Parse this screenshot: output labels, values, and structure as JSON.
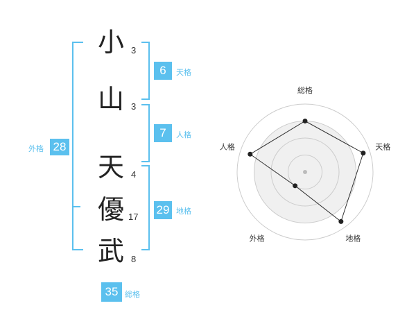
{
  "name_chars": [
    {
      "char": "小",
      "strokes": "3"
    },
    {
      "char": "山",
      "strokes": "3"
    },
    {
      "char": "天",
      "strokes": "4"
    },
    {
      "char": "優",
      "strokes": "17"
    },
    {
      "char": "武",
      "strokes": "8"
    }
  ],
  "kaku": {
    "tenkaku": {
      "value": "6",
      "label": "天格"
    },
    "jinkaku": {
      "value": "7",
      "label": "人格"
    },
    "chikaku": {
      "value": "29",
      "label": "地格"
    },
    "gaikaku": {
      "value": "28",
      "label": "外格"
    },
    "soukaku": {
      "value": "35",
      "label": "総格"
    }
  },
  "colors": {
    "accent": "#5bc0ee",
    "radar_fill": "#f0f0f0",
    "ring": "#cccccc"
  },
  "chart_data": {
    "type": "radar",
    "axes": [
      "総格",
      "天格",
      "地格",
      "外格",
      "人格"
    ],
    "values": [
      0.75,
      0.9,
      0.9,
      0.25,
      0.85
    ],
    "range": [
      0,
      1
    ],
    "rings": 4
  }
}
